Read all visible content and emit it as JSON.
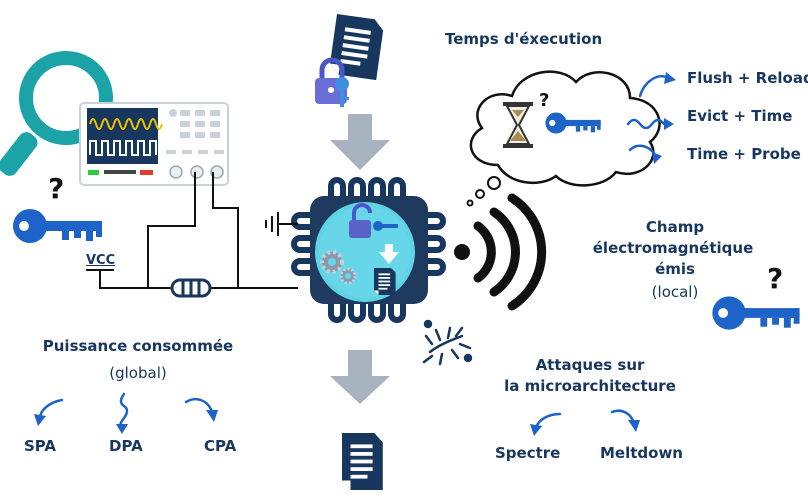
{
  "diagram": {
    "timing": {
      "title": "Temps d'éxecution",
      "question": "?",
      "attacks": [
        "Flush + Reload",
        "Evict + Time",
        "Time + Probe"
      ]
    },
    "em": {
      "title_line1": "Champ",
      "title_line2": "électromagnétique",
      "title_line3": "émis",
      "subtitle": "(local)",
      "question": "?"
    },
    "power": {
      "title": "Puissance consommée",
      "subtitle": "(global)",
      "attacks": [
        "SPA",
        "DPA",
        "CPA"
      ],
      "question": "?"
    },
    "micro": {
      "title_line1": "Attaques sur",
      "title_line2": "la microarchitecture",
      "attacks": [
        "Spectre",
        "Meltdown"
      ]
    },
    "circuit": {
      "vcc_label": "VCC"
    }
  },
  "colors": {
    "navy": "#17375e",
    "teal": "#1ba3a8",
    "chip_body": "#1e3a5f",
    "chip_core": "#5fd3e4",
    "key_blue": "#1e64c8",
    "arrow_gray": "#a6b3bf",
    "lock_purple": "#6a6fd8"
  }
}
